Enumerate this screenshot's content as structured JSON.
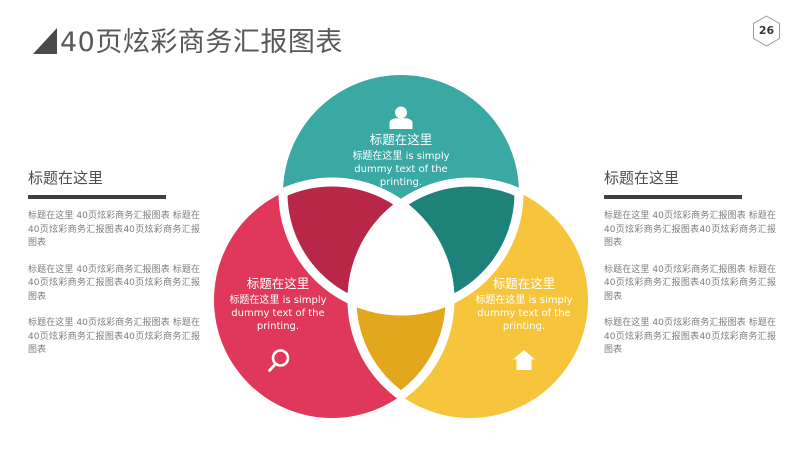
{
  "header": {
    "title": "40页炫彩商务汇报图表",
    "logo_icon": "triangle-icon",
    "page_number": "26"
  },
  "left_column": {
    "heading": "标题在这里",
    "paragraphs": [
      "标题在这里 40页炫彩商务汇报图表 标题在40页炫彩商务汇报图表40页炫彩商务汇报图表",
      "标题在这里 40页炫彩商务汇报图表 标题在40页炫彩商务汇报图表40页炫彩商务汇报图表",
      "标题在这里 40页炫彩商务汇报图表 标题在40页炫彩商务汇报图表40页炫彩商务汇报图表"
    ]
  },
  "right_column": {
    "heading": "标题在这里",
    "paragraphs": [
      "标题在这里 40页炫彩商务汇报图表 标题在40页炫彩商务汇报图表40页炫彩商务汇报图表",
      "标题在这里 40页炫彩商务汇报图表 标题在40页炫彩商务汇报图表40页炫彩商务汇报图表",
      "标题在这里 40页炫彩商务汇报图表 标题在40页炫彩商务汇报图表40页炫彩商务汇报图表"
    ]
  },
  "venn": {
    "top": {
      "icon": "person-icon",
      "title": "标题在这里",
      "line1": "标题在这里 is simply",
      "line2": "dummy text of the",
      "line3": "printing.",
      "color": "#3aa8a3",
      "overlap_color": "#1d827a"
    },
    "left": {
      "icon": "search-icon",
      "title": "标题在这里",
      "line1": "标题在这里 is simply",
      "line2": "dummy text of the",
      "line3": "printing.",
      "color": "#e0385a",
      "overlap_color": "#b92748"
    },
    "right": {
      "icon": "home-icon",
      "title": "标题在这里",
      "line1": "标题在这里 is simply",
      "line2": "dummy text of the",
      "line3": "printing.",
      "color": "#f7c53b",
      "overlap_color": "#e2a71d"
    },
    "center_color": "#ffffff",
    "separator_color": "#ffffff"
  },
  "colors": {
    "background": "#ffffff",
    "title_text": "#595959",
    "body_text": "#7d7d7d",
    "rule": "#3f3f3f"
  }
}
